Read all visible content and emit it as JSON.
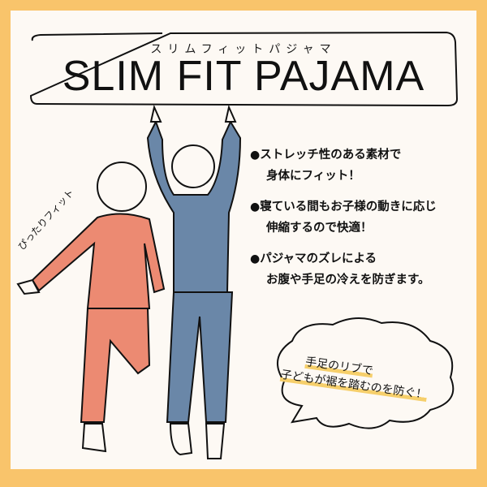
{
  "title": {
    "kana": "スリムフィットパジャマ",
    "main": "SLIM FIT PAJAMA"
  },
  "bullets": [
    {
      "marker": "●",
      "line1": "ストレッチ性のある素材で",
      "line2": "身体にフィット！"
    },
    {
      "marker": "●",
      "line1": "寝ている間もお子様の動きに応じ",
      "line2": "伸縮するので快適！"
    },
    {
      "marker": "●",
      "line1": "パジャマのズレによる",
      "line2": "お腹や手足の冷えを防ぎます。"
    }
  ],
  "bubble": {
    "line1": "手足のリブで",
    "line2": "子どもが裾を踏むのを防ぐ！"
  },
  "hand_note": "ぴったりフィット",
  "colors": {
    "frame": "#f9c46b",
    "background": "#fdf9f4",
    "girl_pajama": "#ec8a72",
    "boy_pajama": "#6a87a8",
    "highlight": "#f6cf6b"
  }
}
